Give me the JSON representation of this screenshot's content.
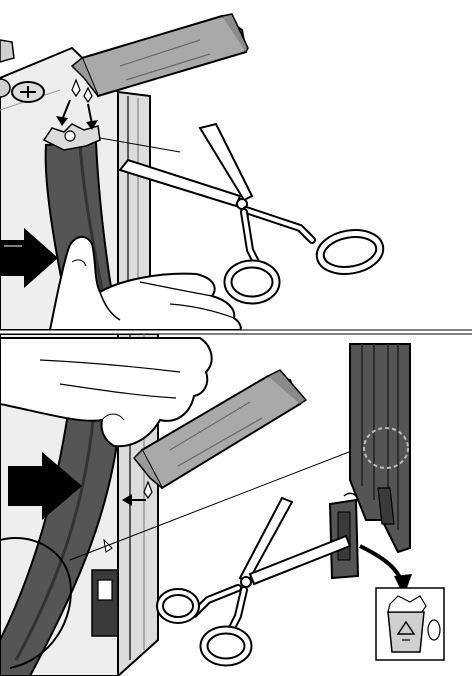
{
  "illustration": {
    "panels": [
      {
        "id": "top",
        "steps": [
          "apply-adhesive-to-seal-end",
          "cut-seal-with-scissors",
          "push-seal-into-frame"
        ],
        "icons": [
          "adhesive-tube-icon",
          "scissors-icon",
          "hand-icon",
          "push-arrow-icon"
        ]
      },
      {
        "id": "bottom",
        "steps": [
          "apply-adhesive-to-seal-end",
          "cut-off-old-seal-corner",
          "dispose-in-recycling-bin"
        ],
        "icons": [
          "adhesive-tube-icon",
          "scissors-icon",
          "hand-icon",
          "push-arrow-icon",
          "recycling-bin-icon",
          "curved-arrow-icon"
        ]
      }
    ],
    "colors": {
      "seal": "#555555",
      "seal_dark": "#3a3a3a",
      "panel_fill": "#eeeeee",
      "frame_fill": "#dcdcdc",
      "tube_fill": "#a9a9a9",
      "outline": "#000000",
      "background": "#ffffff"
    }
  }
}
